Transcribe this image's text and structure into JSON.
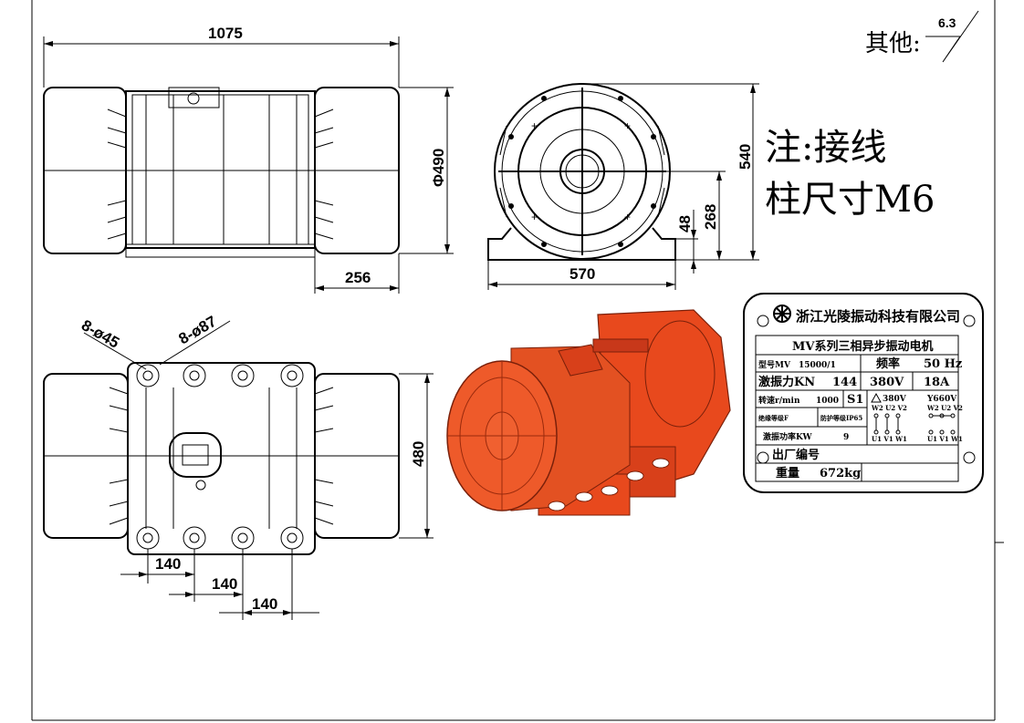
{
  "surface_symbol": {
    "label": "其他:",
    "value": "6.3"
  },
  "dimensions": {
    "length": "1075",
    "diameter": "Φ490",
    "height_total": "540",
    "foot_height": "48",
    "center_height": "268",
    "end_offset": "256",
    "base_width": "570",
    "width_480": "480",
    "hole_small": "8-ø45",
    "hole_large": "8-ø87",
    "pitch_1": "140",
    "pitch_2": "140",
    "pitch_3": "140"
  },
  "note": {
    "line1": "注:接线",
    "line2": "柱尺寸M6"
  },
  "colors": {
    "motor": "#e8491d",
    "motor_dark": "#b8340f",
    "line": "#000000"
  },
  "nameplate": {
    "company": "浙江光陵振动科技有限公司",
    "title": "MV系列三相异步振动电机",
    "rows": [
      [
        "型号MV",
        "15000/1",
        "频率",
        "50 Hz"
      ],
      [
        "激振力KN",
        "144",
        "380V",
        "18A"
      ]
    ],
    "speed_label": "转速r/min",
    "speed_value": "1000",
    "duty": "S1",
    "insulation": "绝缘等级F",
    "protection": "防护等级IP65",
    "power_label": "激振功率KW",
    "power_value": "9",
    "delta": "380V",
    "star": "Y660V",
    "term_top": "W2 U2 V2",
    "term_bottom": "U1 V1 W1",
    "serial_label": "出厂编号",
    "weight_label": "重量",
    "weight_value": "672kg"
  }
}
